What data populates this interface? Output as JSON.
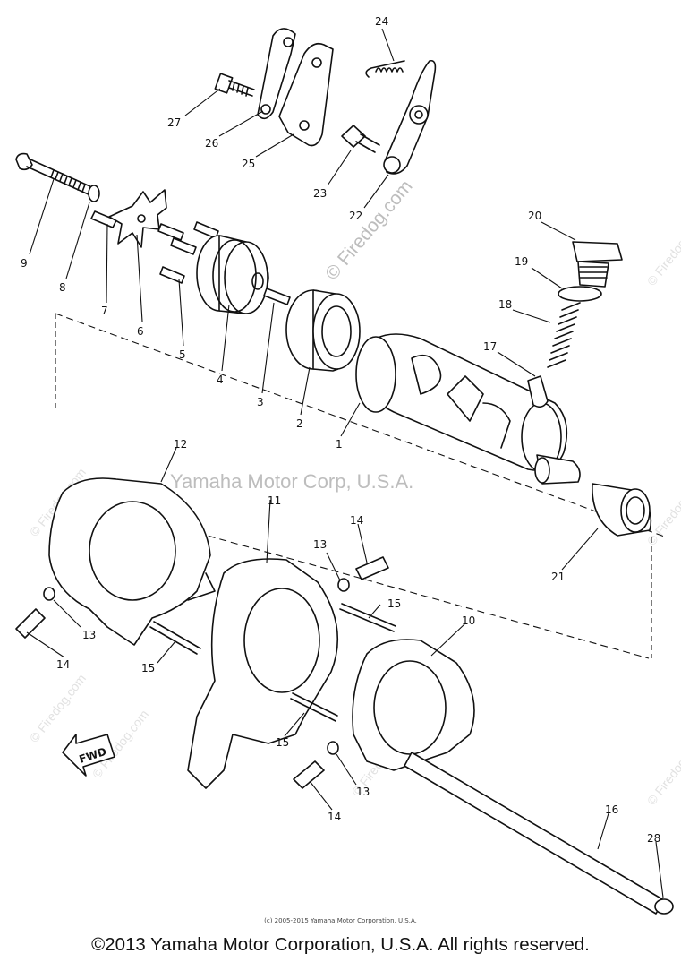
{
  "watermark": {
    "diagonal": "© Firedog.com",
    "center": "Yamaha Motor Corp, U.S.A."
  },
  "callouts": {
    "c1": "1",
    "c2": "2",
    "c3": "3",
    "c4": "4",
    "c5": "5",
    "c6": "6",
    "c7": "7",
    "c8": "8",
    "c9": "9",
    "c10": "10",
    "c11": "11",
    "c12": "12",
    "c13a": "13",
    "c13b": "13",
    "c13c": "13",
    "c14a": "14",
    "c14b": "14",
    "c14c": "14",
    "c15a": "15",
    "c15b": "15",
    "c15c": "15",
    "c16": "16",
    "c17": "17",
    "c18": "18",
    "c19": "19",
    "c20": "20",
    "c21": "21",
    "c22": "22",
    "c23": "23",
    "c24": "24",
    "c25": "25",
    "c26": "26",
    "c27": "27",
    "c28": "28"
  },
  "fwd_label": "FWD",
  "footer": {
    "small": "(c) 2005-2015 Yamaha Motor Corporation, U.S.A.",
    "main": "©2013 Yamaha Motor Corporation, U.S.A. All rights reserved."
  }
}
